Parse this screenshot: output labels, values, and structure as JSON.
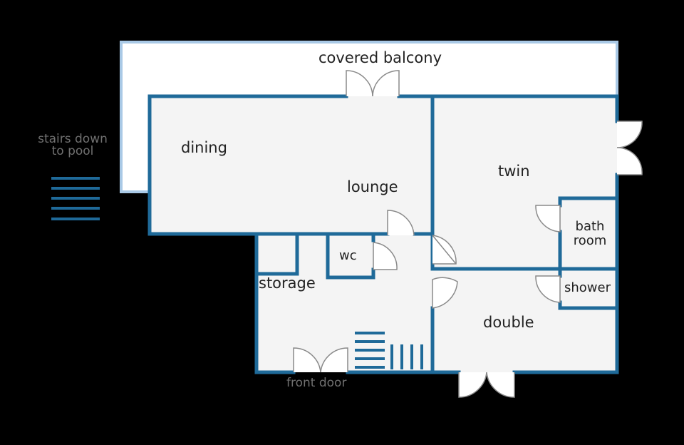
{
  "plan": {
    "colors": {
      "background": "#000000",
      "floor": "#f4f4f4",
      "wall": "#1f6a99",
      "balcony_wall": "#a9c9e6",
      "door": "#8a8a8a",
      "outside_label": "#707070"
    },
    "labels": {
      "covered_balcony": "covered balcony",
      "stairs_line1": "stairs down",
      "stairs_line2": "to pool",
      "dining": "dining",
      "lounge": "lounge",
      "twin": "twin",
      "bath_line1": "bath",
      "bath_line2": "room",
      "wc": "wc",
      "storage": "storage",
      "shower": "shower",
      "double": "double",
      "front_door": "front door"
    },
    "icons": {
      "stairs": "stairs-icon",
      "door_swing": "door-swing-icon"
    }
  }
}
